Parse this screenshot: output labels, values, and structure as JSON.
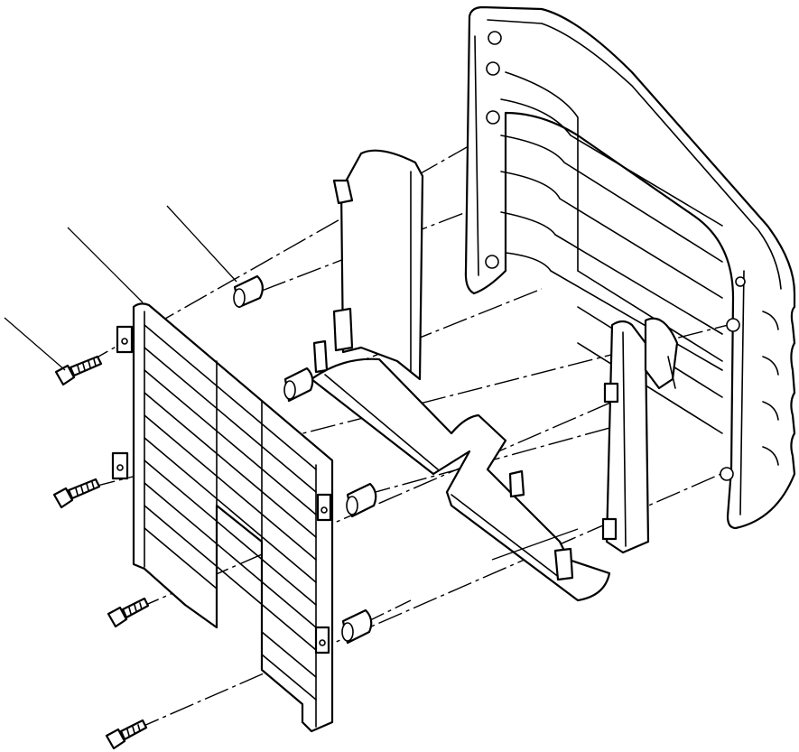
{
  "diagram": {
    "type": "exploded-parts-view",
    "line_color": "#000000",
    "background_color": "#ffffff",
    "parts": [
      "seat-back-shell",
      "support-bracket-left",
      "support-bracket-right",
      "bottom-plate",
      "grille-guard",
      "spacer",
      "bolt"
    ]
  }
}
